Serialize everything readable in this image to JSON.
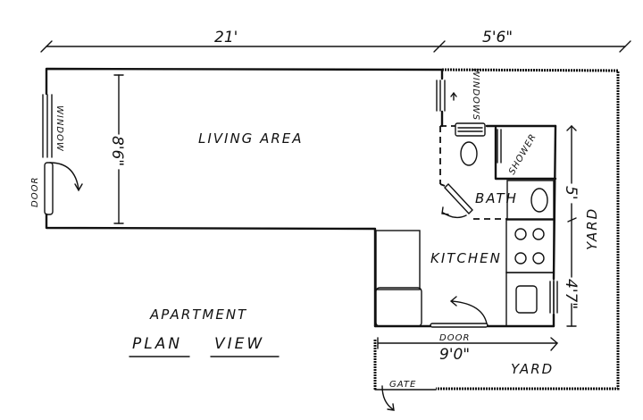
{
  "title": {
    "line1": "APARTMENT",
    "line2a": "PLAN",
    "line2b": "VIEW"
  },
  "rooms": {
    "living": "LIVING AREA",
    "bath": "BATH",
    "kitchen": "KITCHEN",
    "shower": "SHOWER"
  },
  "labels": {
    "window_left": "WINDOW",
    "door_left": "DOOR",
    "windows_top": "WINDOWS",
    "door_bottom": "DOOR",
    "yard_bottom": "YARD",
    "yard_right": "YARD",
    "gate": "GATE"
  },
  "dimensions": {
    "living_width": "21'",
    "extension_width": "5'6\"",
    "living_depth": "8'6\"",
    "kitchen_width": "9'0\"",
    "bath_depth": "5'",
    "kitchen_depth": "4'7\""
  }
}
